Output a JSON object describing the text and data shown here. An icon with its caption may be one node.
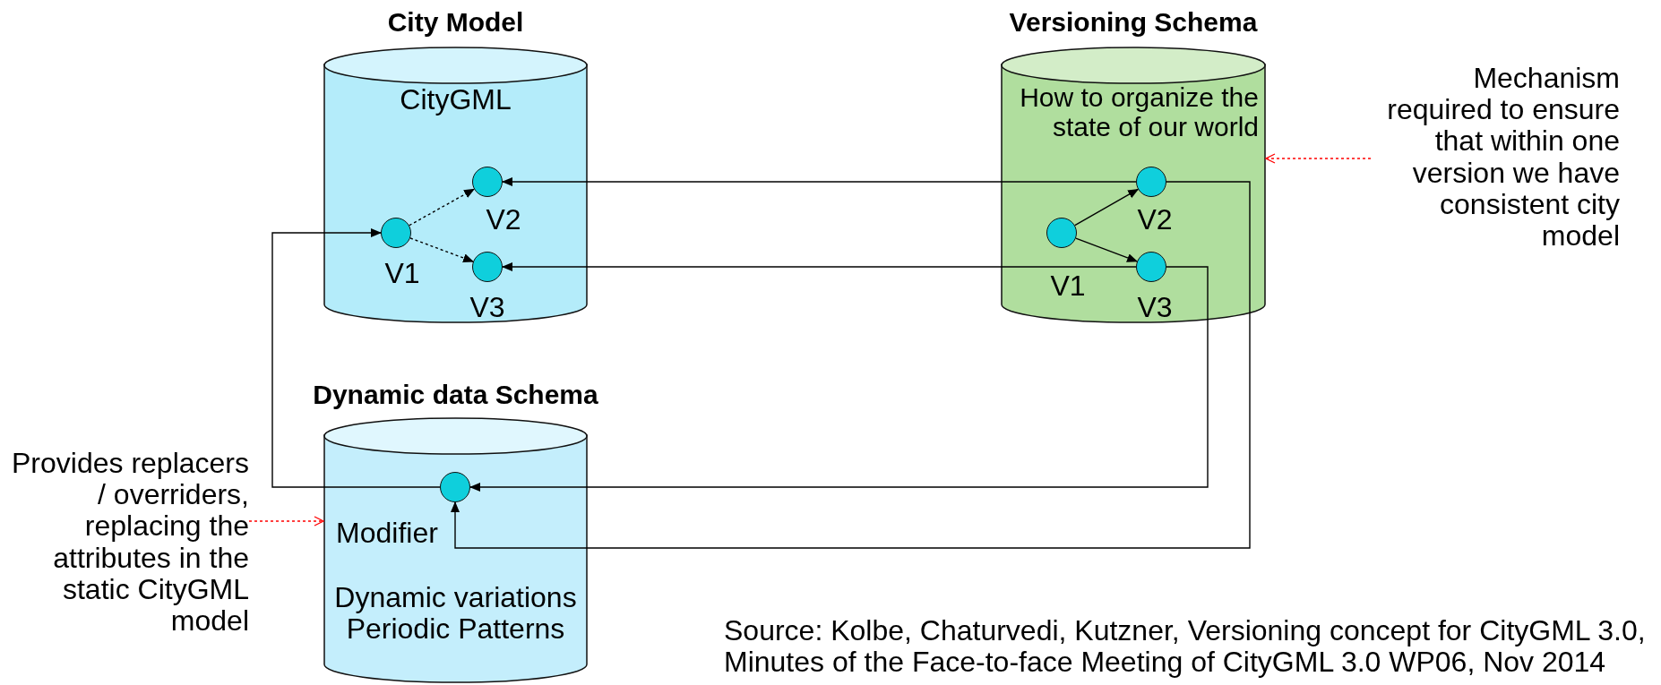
{
  "diagram": {
    "nodes": [
      {
        "text": [
          "City Model",
          "CityGML"
        ]
      },
      {
        "text": [],
        "shape": "circle",
        "in": 0,
        "beside": [
          "V1"
        ]
      },
      {
        "text": [],
        "shape": "circle",
        "in": 0,
        "beside": [
          "V2"
        ]
      },
      {
        "text": [],
        "shape": "circle",
        "in": 0,
        "beside": [
          "V3"
        ]
      },
      {
        "text": [
          "Versioning Schema",
          "How to organize the state of our world"
        ]
      },
      {
        "text": [],
        "shape": "circle",
        "in": 4,
        "beside": [
          "V1"
        ]
      },
      {
        "text": [],
        "shape": "circle",
        "in": 4,
        "beside": [
          "V2"
        ]
      },
      {
        "text": [],
        "shape": "circle",
        "in": 4,
        "beside": [
          "V3"
        ]
      },
      {
        "text": [
          "Mechanism required to ensure that within one version we have consistent city model"
        ]
      },
      {
        "text": [
          "Provides replacers / overriders, replacing the attributes in the static CityGML model"
        ]
      },
      {
        "text": [
          "Dynamic data Schema",
          "Dynamic variations Periodic Patterns"
        ]
      },
      {
        "text": [],
        "shape": "circle",
        "in": 10,
        "beside": [
          "Modifier"
        ]
      }
    ],
    "edges": [
      {
        "from": 1,
        "to": 2,
        "arrow": "to",
        "style": "dashed"
      },
      {
        "from": 1,
        "to": 3,
        "arrow": "to",
        "style": "dashed"
      },
      {
        "from": 5,
        "to": 6,
        "arrow": "to"
      },
      {
        "from": 5,
        "to": 7,
        "arrow": "to"
      },
      {
        "from": 6,
        "to": 2,
        "arrow": "to"
      },
      {
        "from": 6,
        "to": 11,
        "arrow": "to"
      },
      {
        "from": 7,
        "to": 3,
        "arrow": "to"
      },
      {
        "from": 7,
        "to": 11,
        "arrow": "to"
      },
      {
        "from": 11,
        "to": 1,
        "arrow": "to"
      },
      {
        "from": 8,
        "to": 4,
        "arrow": "to",
        "style": "dashed",
        "color": "#ff0000"
      },
      {
        "from": 9,
        "to": 10,
        "arrow": "to",
        "style": "dashed",
        "color": "#ff0000"
      }
    ],
    "labels": [
      "Source: Kolbe, Chaturvedi, Kutzner, Versioning concept for CityGML 3.0, Minutes of the Face-to-face Meeting of CityGML 3.0 WP06, Nov 2014"
    ]
  }
}
